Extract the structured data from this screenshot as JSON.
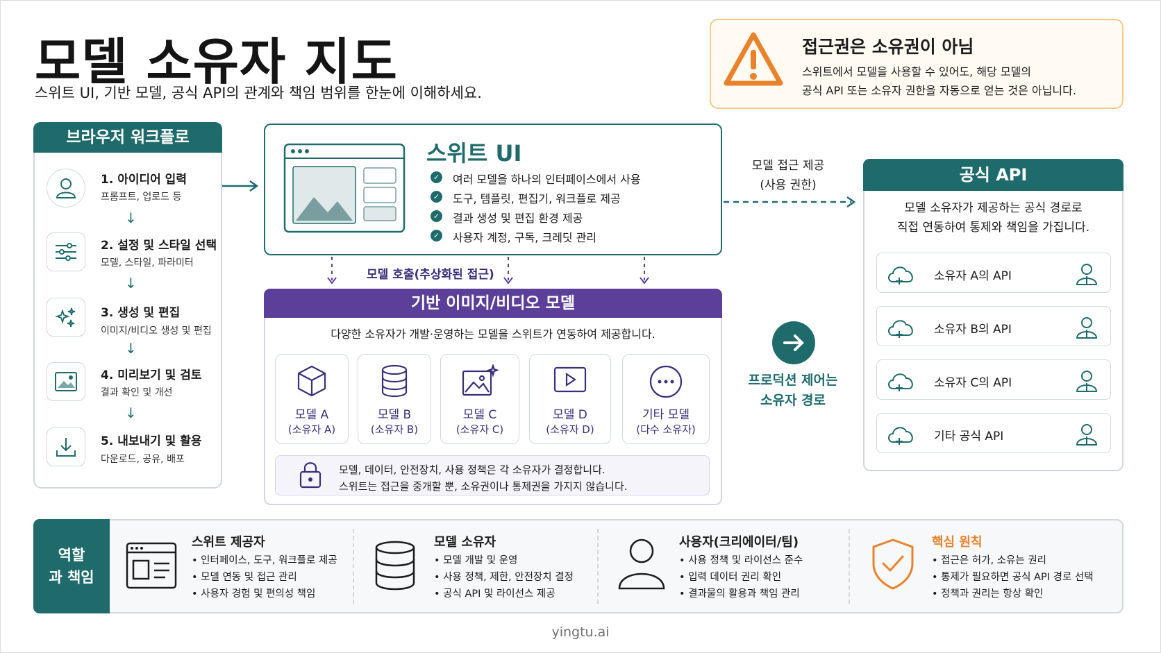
{
  "title": "모델 소유자 지도",
  "subtitle": "스위트 UI, 기반 모델, 공식 API의 관계와 책임 범위를 한눈에 이해하세요.",
  "warning": {
    "title": "접근권은 소유권이 아님",
    "line1": "스위트에서 모델을 사용할 수 있어도, 해당 모델의",
    "line2": "공식 API 또는 소유자 권한을 자동으로 얻는 것은 아닙니다."
  },
  "workflow": {
    "heading": "브라우저 워크플로",
    "steps": [
      {
        "title": "1. 아이디어 입력",
        "sub": "프롬프트, 업로드 등"
      },
      {
        "title": "2. 설정 및 스타일 선택",
        "sub": "모델, 스타일, 파라미터"
      },
      {
        "title": "3. 생성 및 편집",
        "sub": "이미지/비디오 생성 및 편집"
      },
      {
        "title": "4. 미리보기 및 검토",
        "sub": "결과 확인 및 개선"
      },
      {
        "title": "5. 내보내기 및 활용",
        "sub": "다운로드, 공유, 배포"
      }
    ]
  },
  "suite": {
    "title": "스위트 UI",
    "bullets": [
      "여러 모델을 하나의 인터페이스에서 사용",
      "도구, 템플릿, 편집기, 워크플로 제공",
      "결과 생성 및 편집 환경 제공",
      "사용자 계정, 구독, 크레딧 관리"
    ]
  },
  "call_label": "모델 호출(추상화된 접근)",
  "access": {
    "line1": "모델 접근 제공",
    "line2": "(사용 권한)"
  },
  "production": {
    "line1": "프로덕션 제어는",
    "line2": "소유자 경로"
  },
  "base": {
    "heading": "기반 이미지/비디오 모델",
    "desc": "다양한 소유자가 개발·운영하는 모델을 스위트가 연동하여 제공합니다.",
    "models": [
      {
        "name": "모델 A",
        "owner": "(소유자 A)",
        "icon": "cube-icon"
      },
      {
        "name": "모델 B",
        "owner": "(소유자 B)",
        "icon": "database-icon"
      },
      {
        "name": "모델 C",
        "owner": "(소유자 C)",
        "icon": "image-sparkle-icon"
      },
      {
        "name": "모델 D",
        "owner": "(소유자 D)",
        "icon": "video-play-icon"
      },
      {
        "name": "기타 모델",
        "owner": "(다수 소유자)",
        "icon": "more-icon"
      }
    ],
    "note1": "모델, 데이터, 안전장치, 사용 정책은 각 소유자가 결정합니다.",
    "note2": "스위트는 접근을 중개할 뿐, 소유권이나 통제권을 가지지 않습니다."
  },
  "api": {
    "heading": "공식 API",
    "desc1": "모델 소유자가 제공하는 공식 경로로",
    "desc2": "직접 연동하여 통제와 책임을 가집니다.",
    "items": [
      "소유자 A의 API",
      "소유자 B의 API",
      "소유자 C의 API",
      "기타 공식 API"
    ]
  },
  "roles": {
    "heading1": "역할",
    "heading2": "과 책임",
    "columns": [
      {
        "title": "스위트 제공자",
        "items": [
          "인터페이스, 도구, 워크플로 제공",
          "모델 연동 및 접근 관리",
          "사용자 경험 및 편의성 책임"
        ]
      },
      {
        "title": "모델 소유자",
        "items": [
          "모델 개발 및 운영",
          "사용 정책, 제한, 안전장치 결정",
          "공식 API 및 라이선스 제공"
        ]
      },
      {
        "title": "사용자(크리에이터/팀)",
        "items": [
          "사용 정책 및 라이선스 준수",
          "입력 데이터 권리 확인",
          "결과물의 활용과 책임 관리"
        ]
      },
      {
        "title": "핵심 원칙",
        "items": [
          "접근은 허가, 소유는 권리",
          "통제가 필요하면 공식 API 경로 선택",
          "정책과 권리는 항상 확인"
        ]
      }
    ]
  },
  "footer": "yingtu.ai",
  "colors": {
    "teal": "#1f6b6b",
    "purple": "#5b3f98",
    "orange": "#e9822b"
  }
}
